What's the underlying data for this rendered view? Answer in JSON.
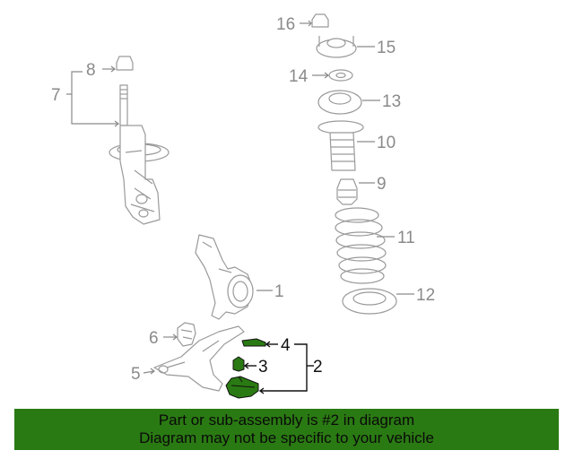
{
  "callouts": {
    "c1": "1",
    "c2": "2",
    "c3": "3",
    "c4": "4",
    "c5": "5",
    "c6": "6",
    "c7": "7",
    "c8": "8",
    "c9": "9",
    "c10": "10",
    "c11": "11",
    "c12": "12",
    "c13": "13",
    "c14": "14",
    "c15": "15",
    "c16": "16"
  },
  "highlight": {
    "part_number": "2",
    "color": "#2a7a13"
  },
  "banner": {
    "line1": "Part or sub-assembly is #2 in diagram",
    "line2": "Diagram may not be specific to your vehicle",
    "background": "#2a7a13"
  }
}
